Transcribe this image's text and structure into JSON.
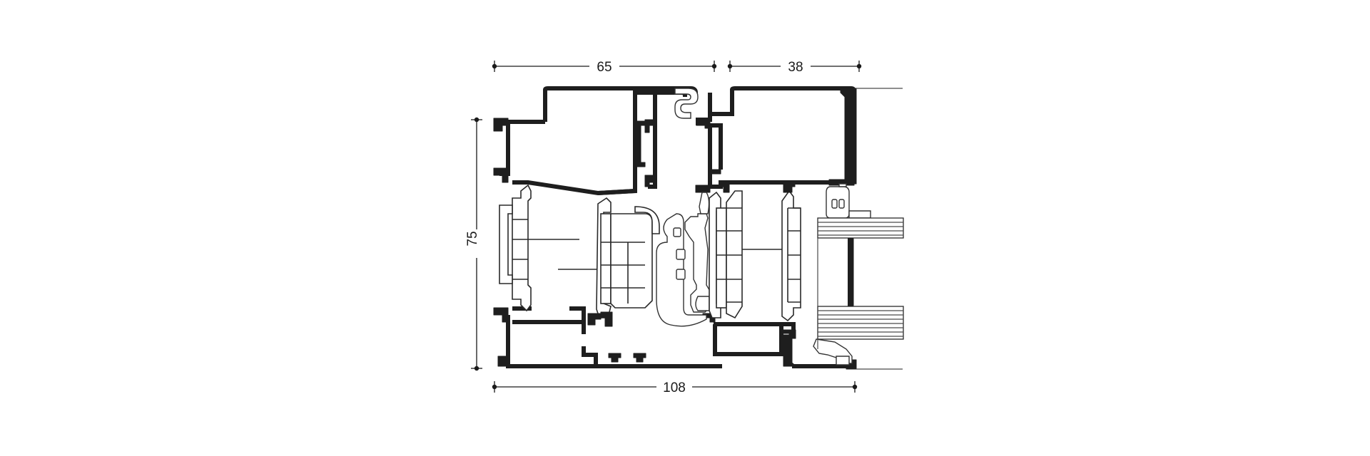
{
  "dimensions": {
    "frame_width": "65",
    "sash_width": "38",
    "total_width": "108",
    "height": "75"
  },
  "colors": {
    "aluminium": "#1e1e1e",
    "insulation": "#ffffff",
    "dimension_lines": "#1a1a1a"
  }
}
